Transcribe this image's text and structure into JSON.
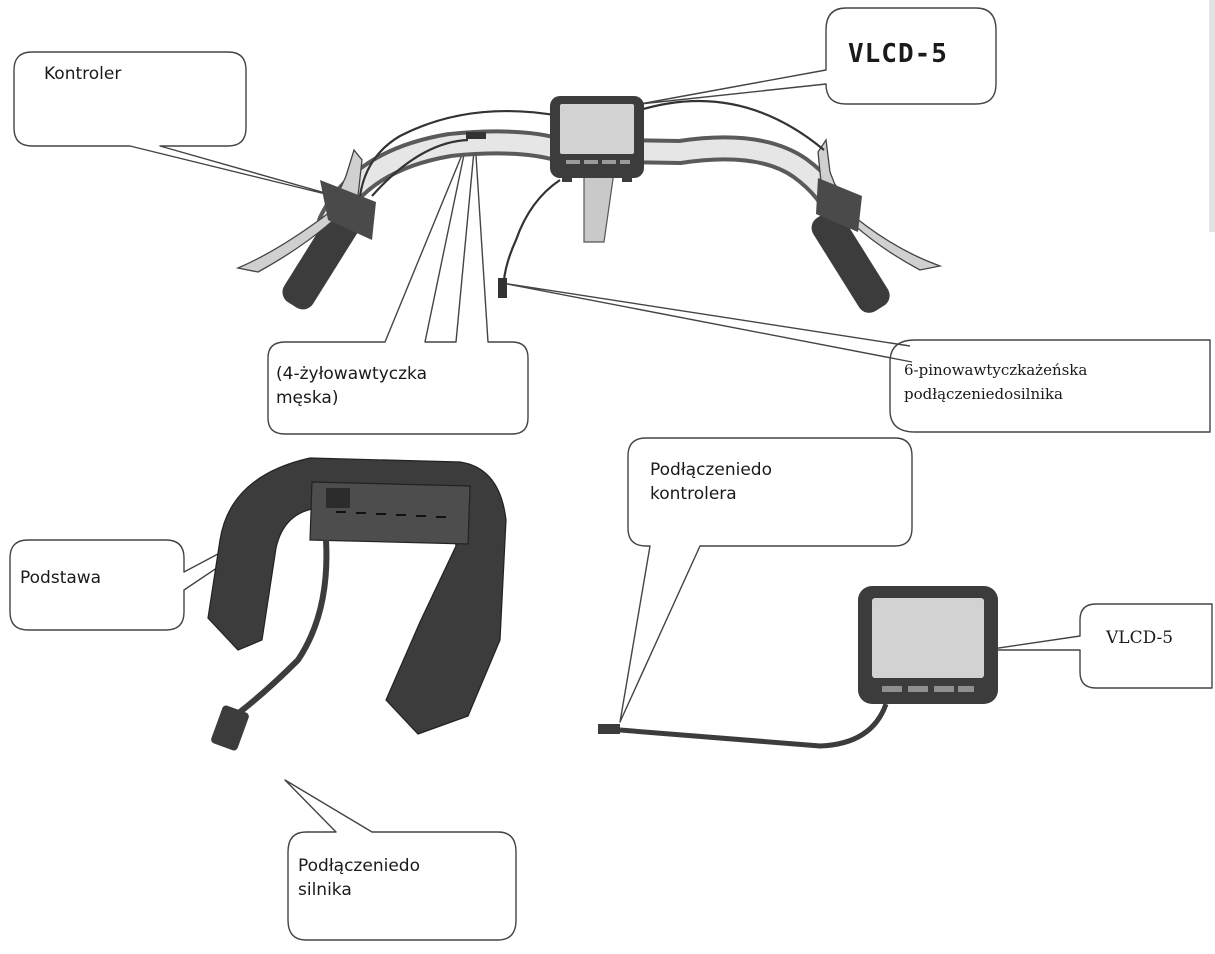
{
  "labels": {
    "kontroler": "Kontroler",
    "vlcd_top": "VLCD-5",
    "male_plug": "(4-żyłowawtyczka\nmęska)",
    "female_pin": "6-pinowawtyczkażeńska\npodłączeniedosilnika",
    "connect_controller": "Podłączeniedo\nkontrolera",
    "podstawa": "Podstawa",
    "vlcd_side": "VLCD-5",
    "connect_motor": "Podłączeniedo\nsilnika"
  },
  "colors": {
    "ink": "#1a1a1a",
    "part_dark": "#3c3c3c",
    "part_mid": "#6b6b6b",
    "part_light": "#c9c9c9",
    "screen": "#d2d2d2"
  }
}
